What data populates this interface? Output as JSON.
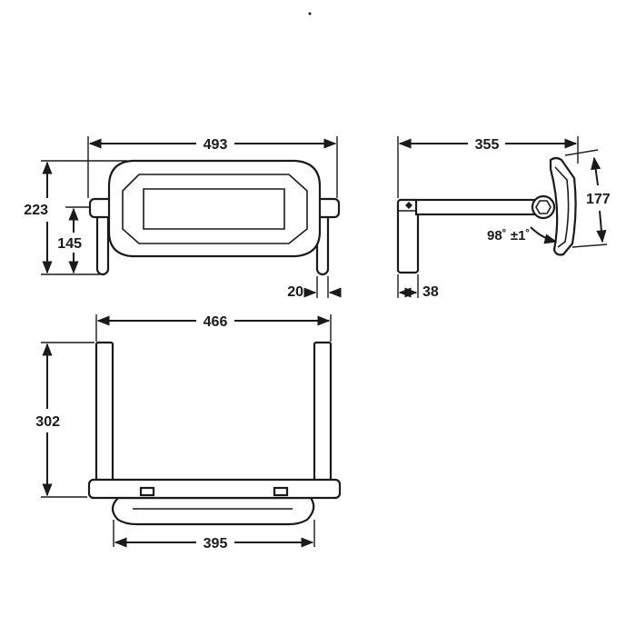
{
  "dimensions": {
    "top_width": "493",
    "side_depth": "355",
    "overall_height": "223",
    "inner_height": "145",
    "side_height": "177",
    "leg_width": "20",
    "wall_plate_width": "38",
    "angle": "98˚ ±1˚",
    "frame_width": "466",
    "frame_height": "302",
    "seat_width": "395"
  },
  "colors": {
    "line": "#1a1a1a",
    "background": "#ffffff"
  }
}
